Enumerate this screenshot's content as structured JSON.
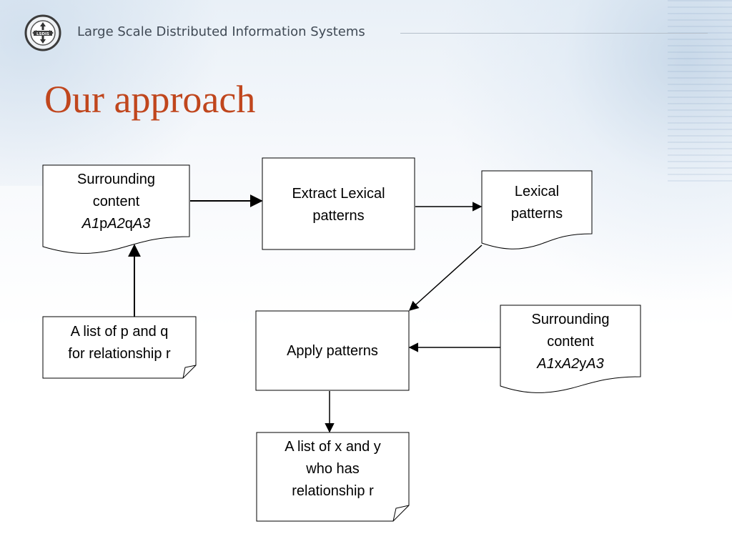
{
  "header": {
    "title": "Large Scale Distributed Information Systems",
    "logo_text": "LSDIS"
  },
  "slide": {
    "title": "Our approach"
  },
  "diagram": {
    "surrounding_pq": {
      "line1": "Surrounding",
      "line2": "content",
      "formula": [
        "A1",
        "p",
        "A2",
        "q",
        "A3"
      ]
    },
    "extract": {
      "line1": "Extract Lexical",
      "line2": "patterns"
    },
    "lexical": {
      "line1": "Lexical",
      "line2": "patterns"
    },
    "list_pq": {
      "line1": "A list of p and q",
      "line2": "for relationship r"
    },
    "apply": {
      "label": "Apply patterns"
    },
    "surrounding_xy": {
      "line1": "Surrounding",
      "line2": "content",
      "formula": [
        "A1",
        "x",
        "A2",
        "y",
        "A3"
      ]
    },
    "list_xy": {
      "line1": "A list of x and y",
      "line2": "who has",
      "line3": "relationship r"
    }
  },
  "colors": {
    "title": "#c0461d",
    "header_text": "#404a55",
    "stroke": "#000000"
  }
}
